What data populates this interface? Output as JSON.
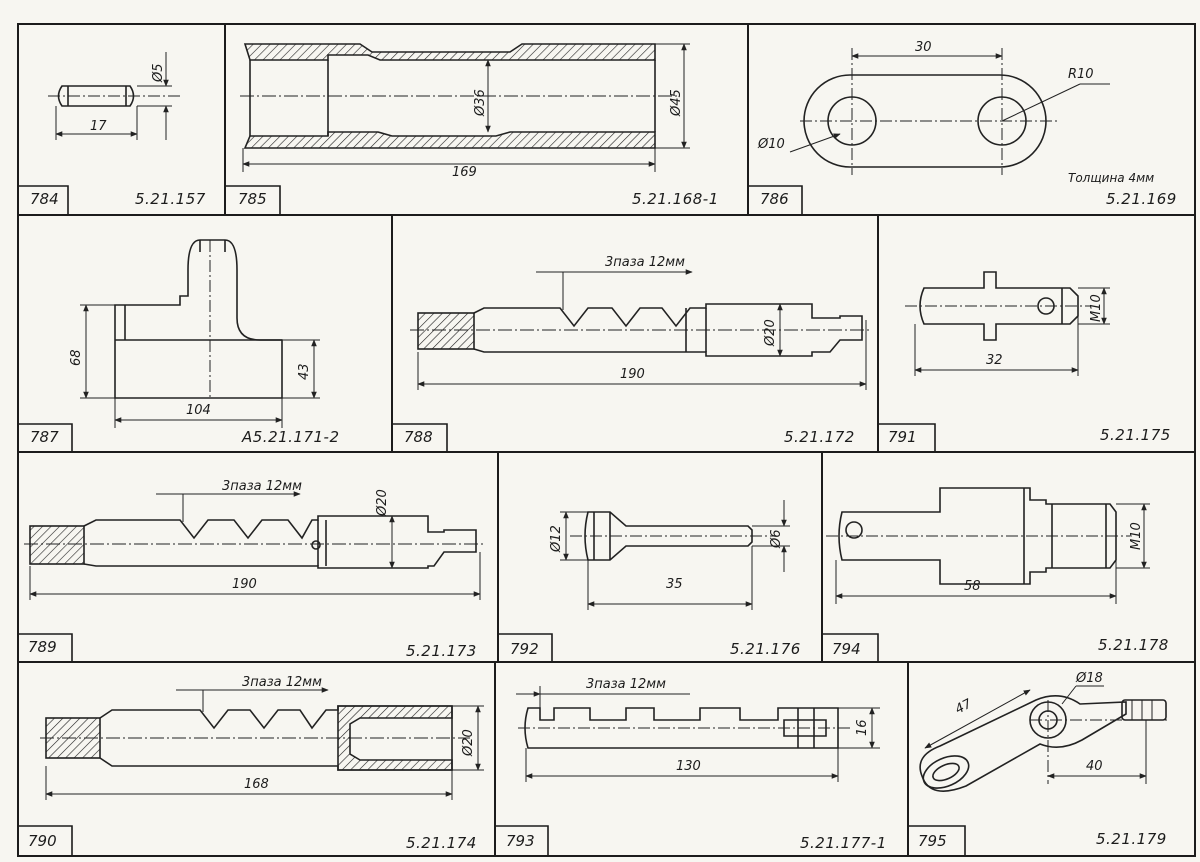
{
  "cells": [
    {
      "number": "784",
      "code": "5.21.157",
      "dims": [
        "Ø5",
        "17"
      ]
    },
    {
      "number": "785",
      "code": "5.21.168-1",
      "dims": [
        "Ø36",
        "Ø45",
        "169"
      ]
    },
    {
      "number": "786",
      "code": "5.21.169",
      "dims": [
        "30",
        "R10",
        "Ø10"
      ],
      "note": "Толщина 4мм"
    },
    {
      "number": "787",
      "code": "А5.21.171-2",
      "dims": [
        "68",
        "43",
        "104"
      ]
    },
    {
      "number": "788",
      "code": "5.21.172",
      "dims": [
        "3паза 12мм",
        "Ø20",
        "190"
      ]
    },
    {
      "number": "791",
      "code": "5.21.175",
      "dims": [
        "М10",
        "32"
      ]
    },
    {
      "number": "789",
      "code": "5.21.173",
      "dims": [
        "3паза 12мм",
        "Ø20",
        "190"
      ]
    },
    {
      "number": "792",
      "code": "5.21.176",
      "dims": [
        "Ø12",
        "Ø6",
        "35"
      ]
    },
    {
      "number": "794",
      "code": "5.21.178",
      "dims": [
        "М10",
        "58"
      ]
    },
    {
      "number": "790",
      "code": "5.21.174",
      "dims": [
        "3паза 12мм",
        "Ø20",
        "168"
      ]
    },
    {
      "number": "793",
      "code": "5.21.177-1",
      "dims": [
        "3паза 12мм",
        "16",
        "130"
      ]
    },
    {
      "number": "795",
      "code": "5.21.179",
      "dims": [
        "47",
        "Ø18",
        "40"
      ]
    }
  ]
}
